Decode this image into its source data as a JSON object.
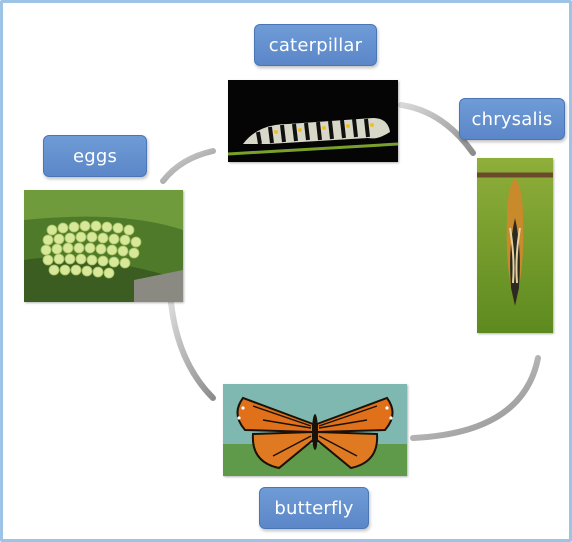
{
  "diagram": {
    "stages": {
      "eggs": "eggs",
      "caterpillar": "caterpillar",
      "chrysalis": "chrysalis",
      "butterfly": "butterfly"
    },
    "colors": {
      "label_fill": "#5b87c9",
      "frame_border": "#9dc3e6",
      "connector": "#a6a6a6"
    }
  }
}
